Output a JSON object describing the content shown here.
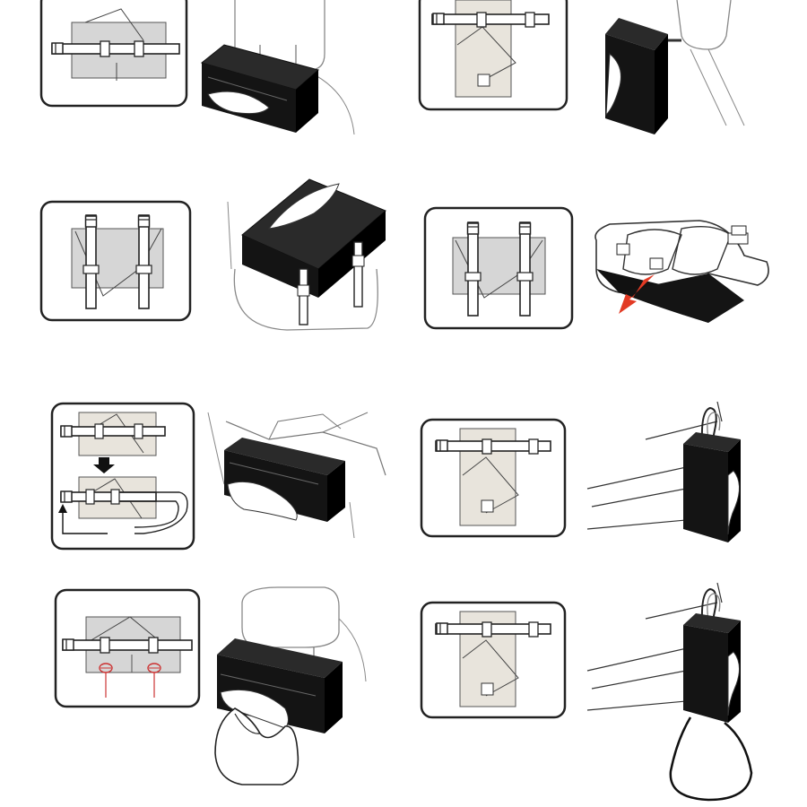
{
  "figure": {
    "panels": [
      {
        "id": "1",
        "mount": "headrest-strap",
        "orientation": "horizontal",
        "accessory": "none"
      },
      {
        "id": "2",
        "mount": "headrest-strap",
        "orientation": "vertical",
        "accessory": "none"
      },
      {
        "id": "3",
        "mount": "seat-straps",
        "orientation": "horizontal",
        "accessory": "none"
      },
      {
        "id": "4",
        "mount": "sun-visor-straps",
        "orientation": "horizontal",
        "accessory": "none"
      },
      {
        "id": "5",
        "mount": "strap-extension",
        "orientation": "horizontal",
        "accessory": "none"
      },
      {
        "id": "6",
        "mount": "hanging-hook",
        "orientation": "vertical",
        "accessory": "none"
      },
      {
        "id": "7",
        "mount": "headrest-strap",
        "orientation": "horizontal",
        "accessory": "hanging-bag"
      },
      {
        "id": "8",
        "mount": "hanging-hook",
        "orientation": "vertical",
        "accessory": "hanging-bag"
      }
    ],
    "colors": {
      "box": "#141414",
      "outline": "#222222",
      "panel_gray": "#d6d6d6",
      "panel_light": "#e8e4dc",
      "arrow_red": "#e23a24",
      "pin_red": "#cc3333",
      "strap": "#ffffff"
    }
  }
}
